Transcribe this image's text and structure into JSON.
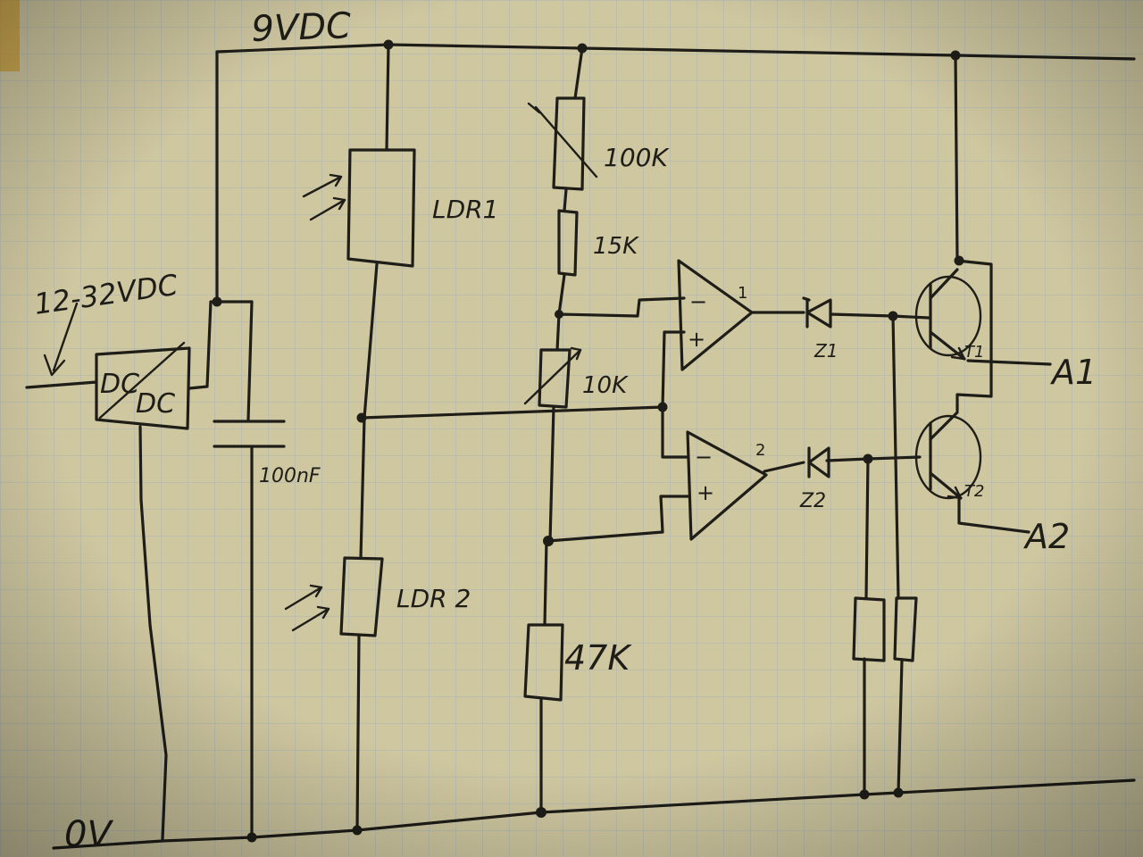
{
  "rails": {
    "supply_label": "9VDC",
    "ground_label": "0V"
  },
  "input": {
    "voltage_label": "12-32VDC",
    "converter_label_top": "DC",
    "converter_label_bottom": "DC"
  },
  "components": {
    "capacitor_label": "100nF",
    "ldr1_label": "LDR1",
    "ldr2_label": "LDR 2",
    "pot1_label": "100K",
    "r1_label": "15K",
    "pot2_label": "10K",
    "r2_label": "47K",
    "opamp1_out_label": "1",
    "opamp2_out_label": "2",
    "zener1_label": "Z1",
    "zener2_label": "Z2",
    "t1_label": "T1",
    "t2_label": "T2",
    "minus_sign": "−",
    "plus_sign": "+"
  },
  "outputs": {
    "a1_label": "A1",
    "a2_label": "A2"
  },
  "colors": {
    "paper": "#cfc7a0",
    "grid": "#a9b5b6",
    "ink": "#1e1d18"
  }
}
